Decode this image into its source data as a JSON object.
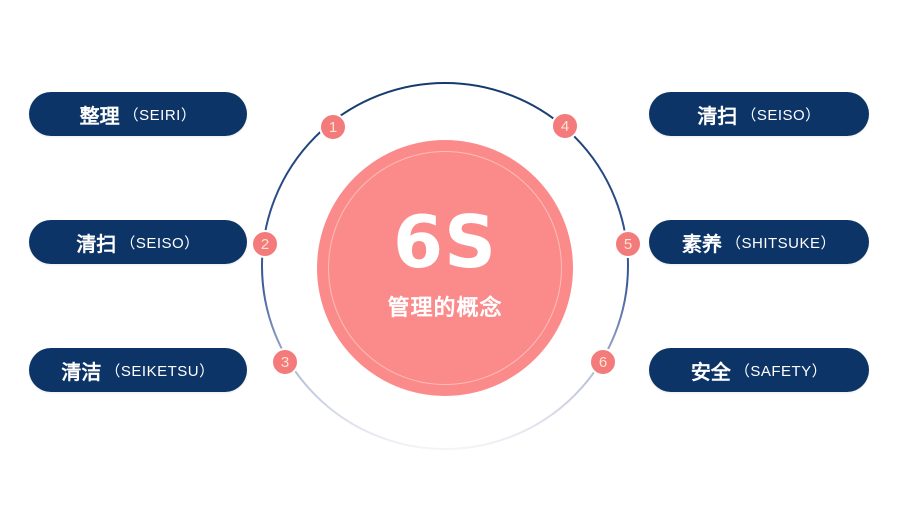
{
  "center": {
    "title": "6S",
    "subtitle": "管理的概念"
  },
  "items": [
    {
      "num": "1",
      "zh": "整理",
      "en": "（SEIRI）"
    },
    {
      "num": "2",
      "zh": "清扫",
      "en": "（SEISO）"
    },
    {
      "num": "3",
      "zh": "清洁",
      "en": "（SEIKETSU）"
    },
    {
      "num": "4",
      "zh": "清扫",
      "en": "（SEISO）"
    },
    {
      "num": "5",
      "zh": "素养",
      "en": "（SHITSUKE）"
    },
    {
      "num": "6",
      "zh": "安全",
      "en": "（SAFETY）"
    }
  ],
  "colors": {
    "pill": "#0d3466",
    "core": "#fb8b8b",
    "badge": "#f47b7b",
    "ring": "#1f3f73"
  }
}
